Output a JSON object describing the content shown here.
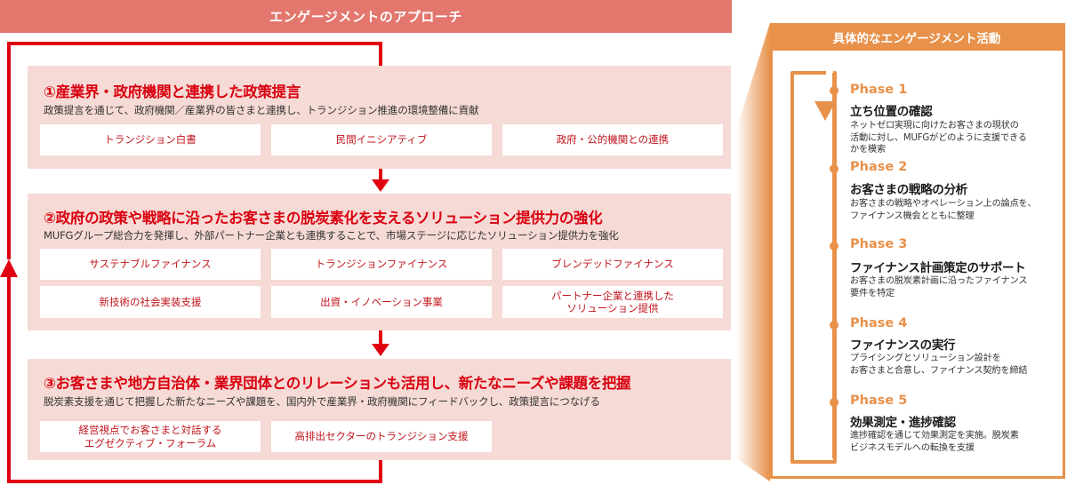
{
  "approach": {
    "header": "エンゲージメントのアプローチ",
    "sections": [
      {
        "title": "①産業界・政府機関と連携した政策提言",
        "description": "政策提言を通じて、政府機関／産業界の皆さまと連携し、トランジション推進の環境整備に貢献",
        "chips": [
          "トランジション白書",
          "民間イニシアティブ",
          "政府・公的機関との連携"
        ]
      },
      {
        "title": "②政府の政策や戦略に沿ったお客さまの脱炭素化を支えるソリューション提供力の強化",
        "description": "MUFGグループ総合力を発揮し、外部パートナー企業とも連携することで、市場ステージに応じたソリューション提供力を強化",
        "chips": [
          "サステナブルファイナンス",
          "トランジションファイナンス",
          "ブレンデッドファイナンス",
          "新技術の社会実装支援",
          "出資・イノベーション事業",
          "パートナー企業と連携した\nソリューション提供"
        ]
      },
      {
        "title": "③お客さまや地方自治体・業界団体とのリレーションも活用し、新たなニーズや課題を把握",
        "description": "脱炭素支援を通じて把握した新たなニーズや課題を、国内外で産業界・政府機関にフィードバックし、政策提言につなげる",
        "chips": [
          "経営視点でお客さまと対話する\nエグゼクティブ・フォーラム",
          "高排出セクターのトランジション支援"
        ]
      }
    ]
  },
  "activities": {
    "header": "具体的なエンゲージメント活動",
    "phases": [
      {
        "label": "Phase 1",
        "title": "立ち位置の確認",
        "description": "ネットゼロ実現に向けたお客さまの現状の\n活動に対し、MUFGがどのように支援できる\nかを模索"
      },
      {
        "label": "Phase 2",
        "title": "お客さまの戦略の分析",
        "description": "お客さまの戦略やオペレーション上の論点を、\nファイナンス機会とともに整理"
      },
      {
        "label": "Phase 3",
        "title": "ファイナンス計画策定のサポート",
        "description": "お客さまの脱炭素計画に沿ったファイナンス\n要件を特定"
      },
      {
        "label": "Phase 4",
        "title": "ファイナンスの実行",
        "description": "プライシングとソリューション設計を\nお客さまと合意し、ファイナンス契約を締結"
      },
      {
        "label": "Phase 5",
        "title": "効果測定・進捗確認",
        "description": "進捗確認を通じて効果測定を実施。脱炭素\nビジネスモデルへの転換を支援"
      }
    ]
  },
  "colors": {
    "red_accent": "#e00012",
    "header_red": "#e3776e",
    "box_pink": "#f6dad5",
    "orange_accent": "#e8914a"
  }
}
